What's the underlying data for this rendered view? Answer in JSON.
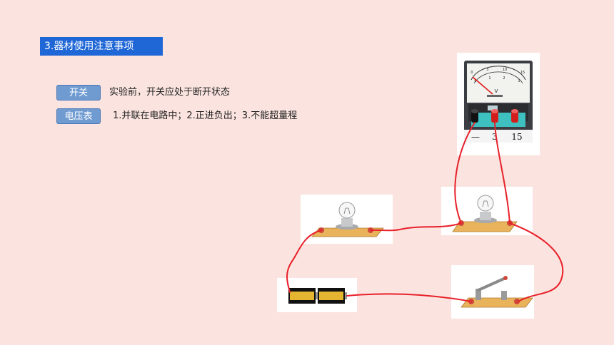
{
  "section_title": "3.器材使用注意事项",
  "items": [
    {
      "tag": "开关",
      "text": "实验前，开关应处于断开状态"
    },
    {
      "tag": "电压表",
      "text": "1.并联在电路中；2.正进负出；3.不能超量程"
    }
  ],
  "voltmeter": {
    "unit": "V",
    "scale_upper": [
      "0",
      "5",
      "10",
      "15"
    ],
    "scale_lower": [
      "0",
      "1",
      "2",
      "3"
    ],
    "terminals": [
      "—",
      "3",
      "15"
    ]
  },
  "colors": {
    "background": "#fbe4df",
    "heading": "#1f66d6",
    "tag": "#6f9bd1",
    "wire": "#e8202a",
    "board": "#e9b35c"
  }
}
